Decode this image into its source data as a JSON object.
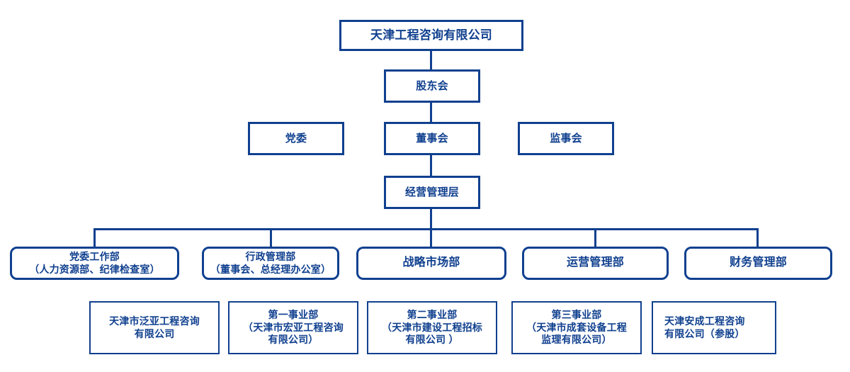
{
  "chart": {
    "title_node": {
      "id": "root",
      "label": "天津工程咨询有限公司"
    },
    "level2": {
      "id": "shareholders",
      "label": "股东会"
    },
    "level3": [
      {
        "id": "party-committee",
        "label": "党委"
      },
      {
        "id": "board-of-directors",
        "label": "董事会"
      },
      {
        "id": "board-of-supervisors",
        "label": "监事会"
      }
    ],
    "level4": {
      "id": "management",
      "label": "经营管理层"
    },
    "departments": [
      {
        "id": "party-work-dept",
        "label": "党委工作部\n（人力资源部、纪律检查室）"
      },
      {
        "id": "admin-management-dept",
        "label": "行政管理部\n（董事会、总经理办公室）"
      },
      {
        "id": "strategy-market-dept",
        "label": "战略市场部"
      },
      {
        "id": "operations-management-dept",
        "label": "运营管理部"
      },
      {
        "id": "finance-management-dept",
        "label": "财务管理部"
      }
    ],
    "subsidiaries": [
      {
        "id": "panya",
        "label": "天津市泛亚工程咨询\n有限公司"
      },
      {
        "id": "division-1",
        "label": "第一事业部\n（天津市宏亚工程咨询\n有限公司）"
      },
      {
        "id": "division-2",
        "label": "第二事业部\n（天津市建设工程招标\n有限公司 ）"
      },
      {
        "id": "division-3",
        "label": "第三事业部\n（天津市成套设备工程\n监理有限公司）"
      },
      {
        "id": "ancheng",
        "label": "天津安成工程咨询\n有限公司（参股）"
      }
    ],
    "colors": {
      "border": "#10408f",
      "text": "#10408f",
      "background": "#ffffff",
      "connector": "#10408f"
    }
  }
}
